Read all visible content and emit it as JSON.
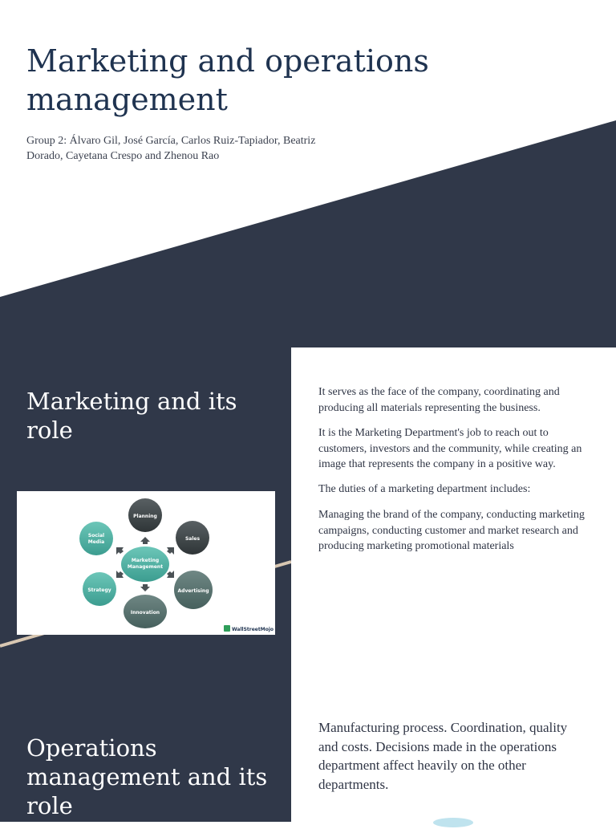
{
  "cover": {
    "title": "Marketing and operations management",
    "authors": "Group 2: Álvaro Gil, José García, Carlos Ruiz-Tapiador, Beatriz Dorado, Cayetana Crespo and Zhenou Rao"
  },
  "marketing": {
    "heading": "Marketing and its role",
    "paragraphs": [
      "It serves as the face of the company, coordinating and producing all materials representing the business.",
      "It is the Marketing Department's job to reach out to customers, investors and the community, while creating an image that represents the company in a positive way.",
      "The duties of a marketing department includes:",
      "Managing the brand of the company, conducting marketing campaigns, conducting customer and market research and producing marketing promotional materials"
    ],
    "diagram": {
      "center": [
        "Marketing",
        "Management"
      ],
      "planning": "Planning",
      "sales": "Sales",
      "social": [
        "Social",
        "Media"
      ],
      "strategy": "Strategy",
      "advertising": "Advertising",
      "innovation": "Innovation",
      "logo": "WallStreetMojo"
    }
  },
  "operations": {
    "heading": "Operations management and its role",
    "paragraph": "Manufacturing process. Coordination, quality and costs. Decisions made in the operations department affect heavily on the other departments."
  },
  "colors": {
    "navy": "#303849",
    "title_blue": "#1f3350",
    "teal": "#4fb4a6",
    "dark_circle": "#3e4548"
  }
}
